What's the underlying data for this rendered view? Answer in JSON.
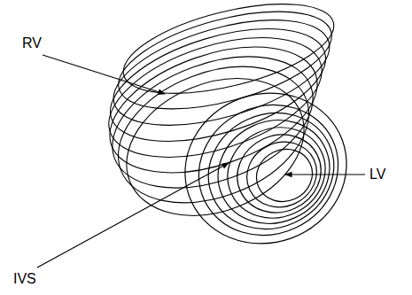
{
  "diagram": {
    "labels": [
      "RV",
      "IVS",
      "LV"
    ]
  }
}
